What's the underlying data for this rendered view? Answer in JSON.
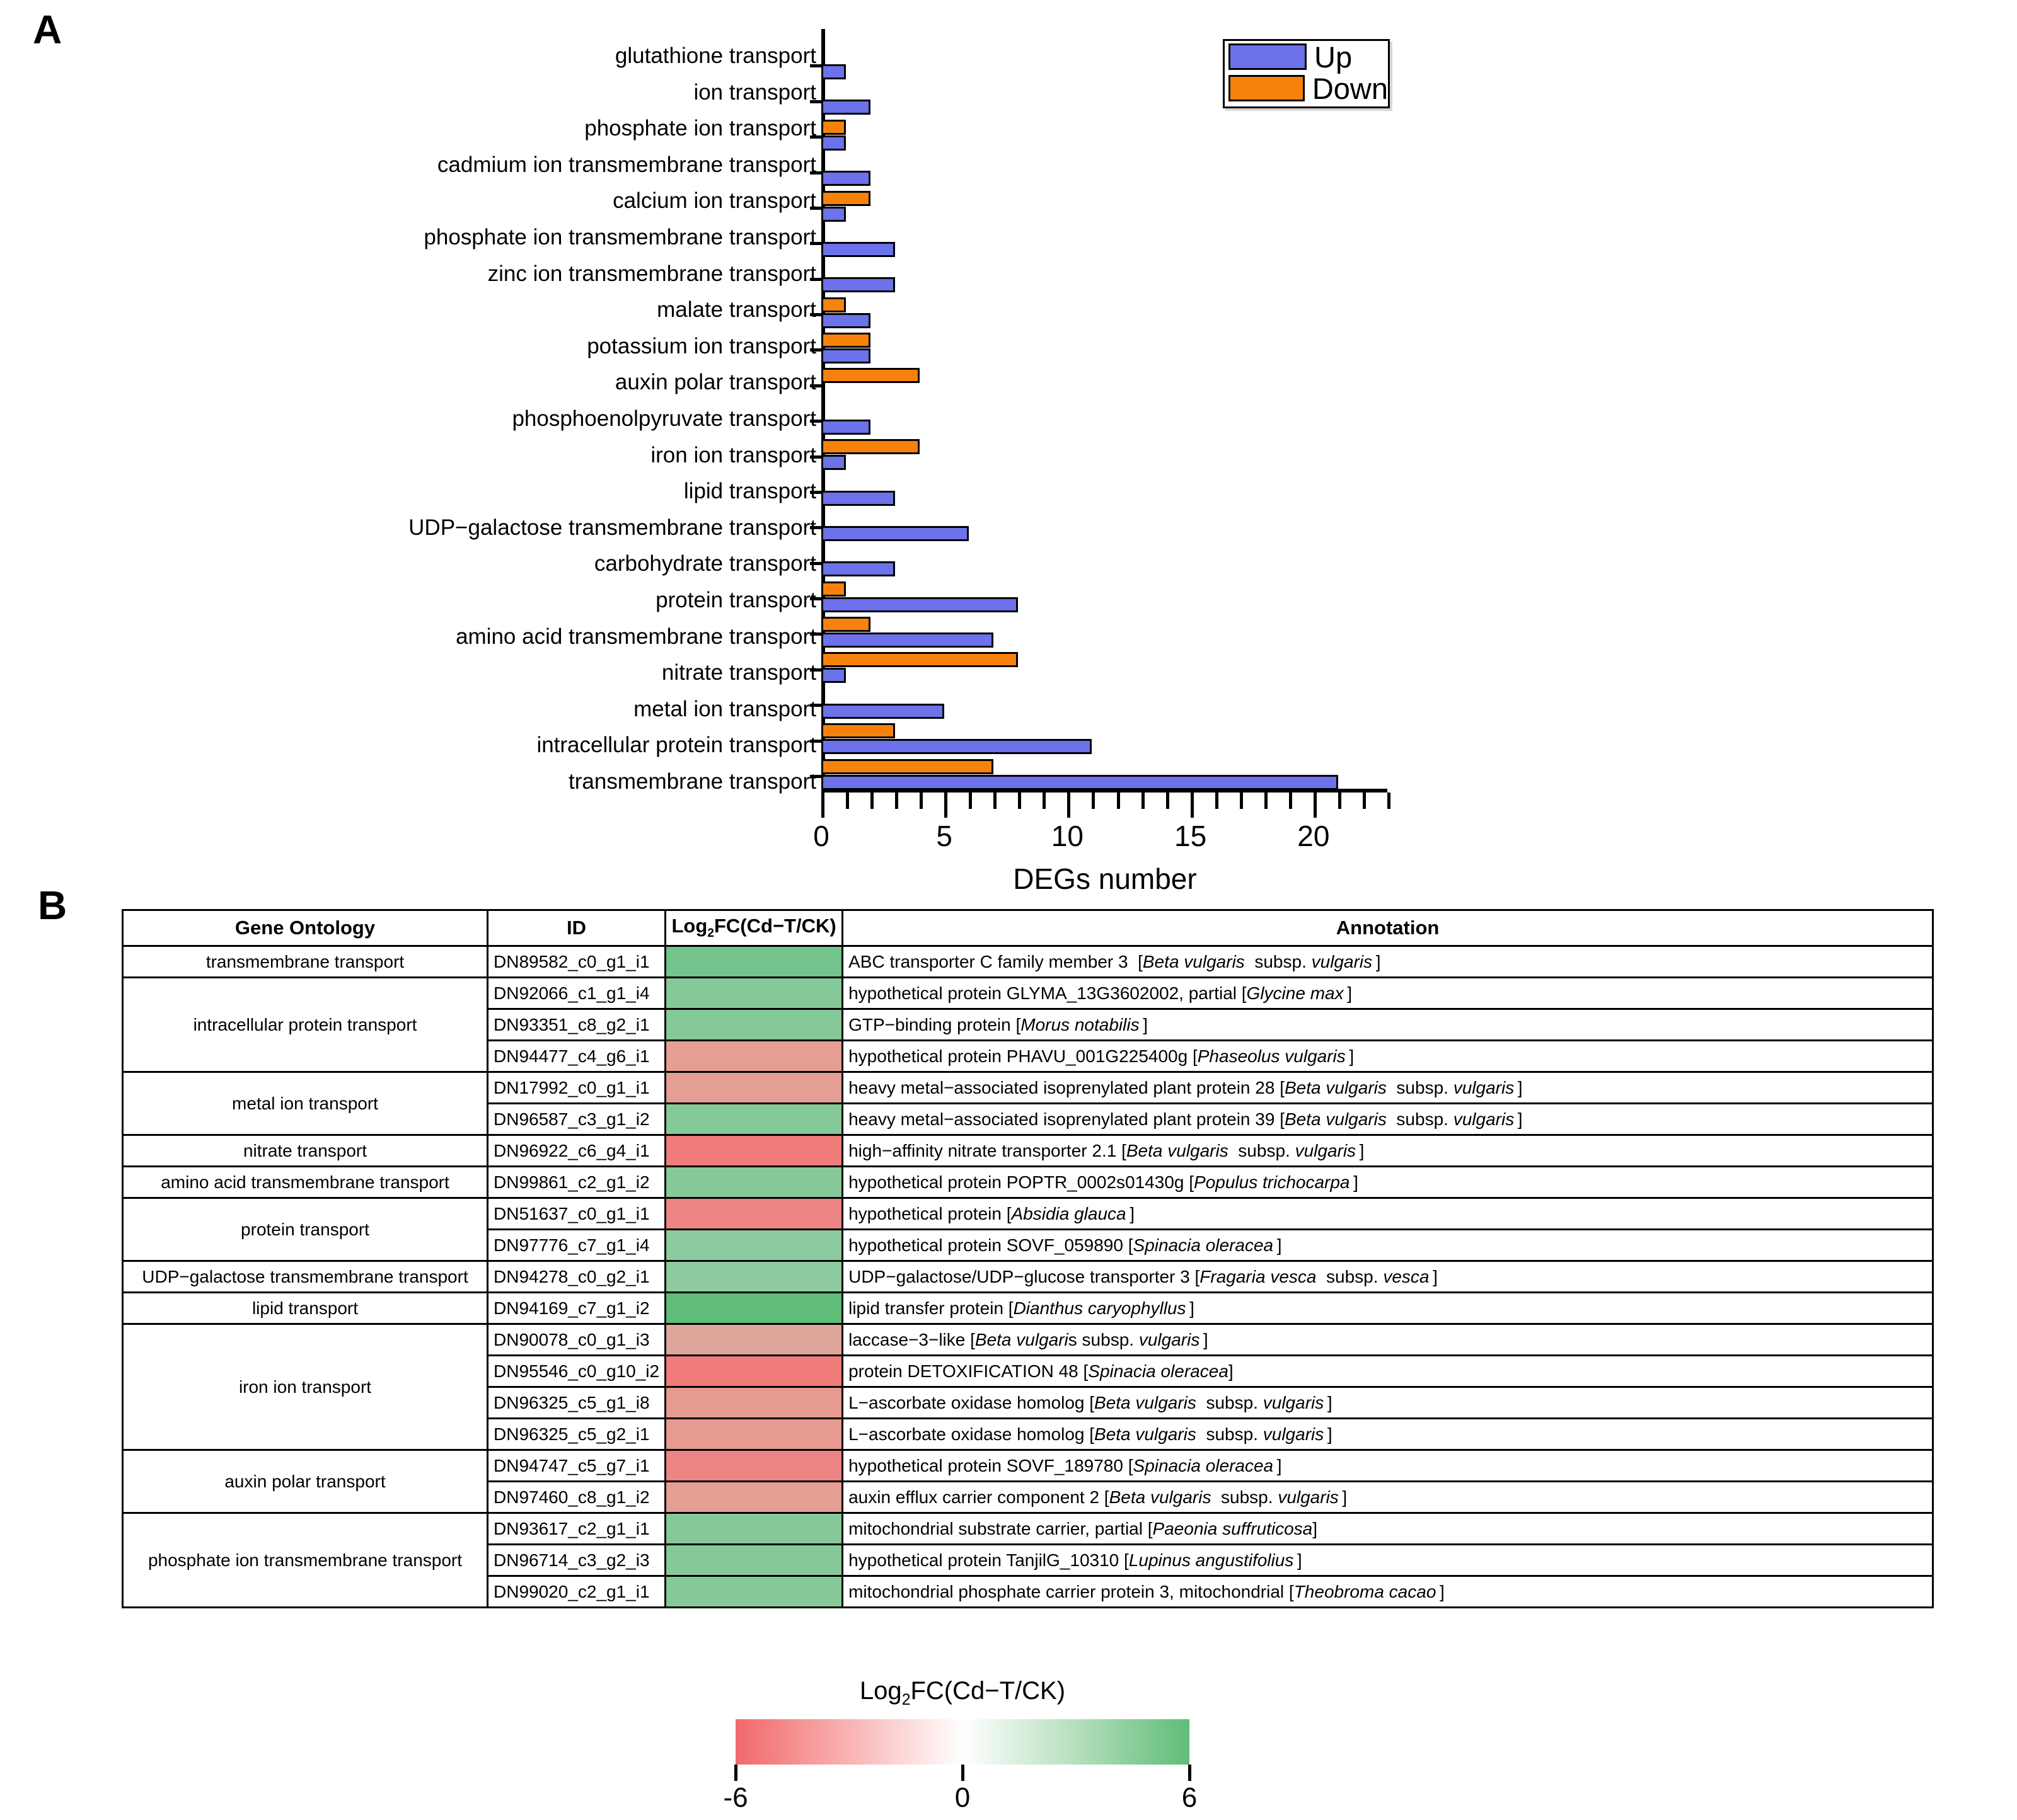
{
  "panels": {
    "a": "A",
    "b": "B"
  },
  "chart_data": {
    "type": "bar",
    "orientation": "horizontal",
    "title": "",
    "xlabel": "DEGs number",
    "ylabel": "",
    "xlim": [
      0,
      23
    ],
    "xticks": [
      0,
      5,
      10,
      15,
      20
    ],
    "xticklabels": [
      "0",
      "5",
      "10",
      "15",
      "20"
    ],
    "grid": false,
    "legend": {
      "position": "top-right",
      "entries": [
        "Up",
        "Down"
      ]
    },
    "colors": {
      "up": "#6c72ea",
      "down": "#f7820b"
    },
    "categories": [
      "glutathione transport",
      "ion transport",
      "phosphate ion transport",
      "cadmium ion transmembrane transport",
      "calcium ion transport",
      "phosphate ion transmembrane transport",
      "zinc ion transmembrane transport",
      "malate transport",
      "potassium ion transport",
      "auxin polar transport",
      "phosphoenolpyruvate transport",
      "iron ion transport",
      "lipid transport",
      "UDP−galactose transmembrane transport",
      "carbohydrate transport",
      "protein transport",
      "amino acid transmembrane transport",
      "nitrate transport",
      "metal ion transport",
      "intracellular protein transport",
      "transmembrane transport"
    ],
    "series": [
      {
        "name": "Up",
        "values": [
          1,
          2,
          1,
          2,
          1,
          3,
          3,
          2,
          2,
          0,
          2,
          1,
          3,
          6,
          3,
          8,
          7,
          1,
          5,
          11,
          21
        ]
      },
      {
        "name": "Down",
        "values": [
          0,
          0,
          1,
          0,
          2,
          0,
          0,
          1,
          2,
          4,
          0,
          4,
          0,
          0,
          0,
          1,
          2,
          8,
          0,
          3,
          7
        ]
      }
    ]
  },
  "table": {
    "headers": {
      "go": "Gene Ontology",
      "id": "ID",
      "fc_pre": "Log",
      "fc_sub": "2",
      "fc_post": "FC(Cd−T/CK)",
      "annotation": "Annotation"
    },
    "groups": [
      {
        "go": "transmembrane transport",
        "rows": [
          {
            "id": "DN89582_c0_g1_i1",
            "color": "#74c48d",
            "ann_html": "ABC transporter C family member 3&nbsp; [<i>Beta vulgaris</i>&nbsp; subsp. <i>vulgaris</i>&thinsp;]",
            "ann_text": "ABC transporter C family member 3 [Beta vulgaris subsp. vulgaris]"
          }
        ]
      },
      {
        "go": "intracellular protein transport",
        "rows": [
          {
            "id": "DN92066_c1_g1_i4",
            "color": "#86c998",
            "ann_html": "hypothetical protein GLYMA_13G3602002, partial [<i>Glycine max</i>&thinsp;]",
            "ann_text": "hypothetical protein GLYMA_13G3602002, partial [Glycine max]"
          },
          {
            "id": "DN93351_c8_g2_i1",
            "color": "#86c998",
            "ann_html": "GTP−binding protein [<i>Morus notabilis</i>&thinsp;]",
            "ann_text": "GTP-binding protein [Morus notabilis]"
          },
          {
            "id": "DN94477_c4_g6_i1",
            "color": "#e49e93",
            "ann_html": "hypothetical protein PHAVU_001G225400g [<i>Phaseolus vulgaris</i>&thinsp;]",
            "ann_text": "hypothetical protein PHAVU_001G225400g [Phaseolus vulgaris]"
          }
        ]
      },
      {
        "go": "metal ion transport",
        "rows": [
          {
            "id": "DN17992_c0_g1_i1",
            "color": "#e49e93",
            "ann_html": "heavy metal−associated isoprenylated plant protein 28 [<i>Beta vulgaris</i>&nbsp; subsp. <i>vulgaris</i>&thinsp;]",
            "ann_text": "heavy metal-associated isoprenylated plant protein 28 [Beta vulgaris subsp. vulgaris]"
          },
          {
            "id": "DN96587_c3_g1_i2",
            "color": "#86c998",
            "ann_html": "heavy metal−associated isoprenylated plant protein 39 [<i>Beta vulgaris</i>&nbsp; subsp. <i>vulgaris</i>&thinsp;]",
            "ann_text": "heavy metal-associated isoprenylated plant protein 39 [Beta vulgaris subsp. vulgaris]"
          }
        ]
      },
      {
        "go": "nitrate transport",
        "rows": [
          {
            "id": "DN96922_c6_g4_i1",
            "color": "#ef7b7b",
            "ann_html": "high−affinity nitrate transporter 2.1 [<i>Beta vulgaris</i>&nbsp; subsp. <i>vulgaris</i>&thinsp;]",
            "ann_text": "high-affinity nitrate transporter 2.1 [Beta vulgaris subsp. vulgaris]"
          }
        ]
      },
      {
        "go": "amino acid transmembrane transport",
        "rows": [
          {
            "id": "DN99861_c2_g1_i2",
            "color": "#86c998",
            "ann_html": "hypothetical protein POPTR_0002s01430g [<i>Populus trichocarpa</i>&thinsp;]",
            "ann_text": "hypothetical protein POPTR_0002s01430g [Populus trichocarpa]"
          }
        ]
      },
      {
        "go": "protein transport",
        "rows": [
          {
            "id": "DN51637_c0_g1_i1",
            "color": "#ee8585",
            "ann_html": "hypothetical protein [<i>Absidia glauca</i>&thinsp;]",
            "ann_text": "hypothetical protein [Absidia glauca]"
          },
          {
            "id": "DN97776_c7_g1_i4",
            "color": "#8ecba0",
            "ann_html": "hypothetical protein SOVF_059890 [<i>Spinacia oleracea</i>&thinsp;]",
            "ann_text": "hypothetical protein SOVF_059890 [Spinacia oleracea]"
          }
        ]
      },
      {
        "go": "UDP−galactose transmembrane transport",
        "rows": [
          {
            "id": "DN94278_c0_g2_i1",
            "color": "#8ecba0",
            "ann_html": "UDP−galactose/UDP−glucose transporter 3 [<i>Fragaria vesca</i>&nbsp; subsp. <i>vesca</i>&thinsp;]",
            "ann_text": "UDP-galactose/UDP-glucose transporter 3 [Fragaria vesca subsp. vesca]"
          }
        ]
      },
      {
        "go": "lipid transport",
        "rows": [
          {
            "id": "DN94169_c7_g1_i2",
            "color": "#5fbd78",
            "ann_html": "lipid transfer protein [<i>Dianthus caryophyllus</i>&thinsp;]",
            "ann_text": "lipid transfer protein [Dianthus caryophyllus]"
          }
        ]
      },
      {
        "go": "iron ion transport",
        "rows": [
          {
            "id": "DN90078_c0_g1_i3",
            "color": "#dfa79c",
            "ann_html": "laccase−3−like [<i>Beta vulgari</i>s subsp. <i>vulgaris</i>&thinsp;]",
            "ann_text": "laccase-3-like [Beta vulgaris subsp. vulgaris]"
          },
          {
            "id": "DN95546_c0_g10_i2",
            "color": "#ef7b7b",
            "ann_html": "protein DETOXIFICATION 48 [<i>Spinacia oleracea</i>]",
            "ann_text": "protein DETOXIFICATION 48 [Spinacia oleracea]"
          },
          {
            "id": "DN96325_c5_g1_i8",
            "color": "#e79a90",
            "ann_html": "L−ascorbate oxidase homolog [<i>Beta vulgaris</i>&nbsp; subsp. <i>vulgaris</i>&thinsp;]",
            "ann_text": "L-ascorbate oxidase homolog [Beta vulgaris subsp. vulgaris]"
          },
          {
            "id": "DN96325_c5_g2_i1",
            "color": "#e79a90",
            "ann_html": "L−ascorbate oxidase homolog [<i>Beta vulgaris</i>&nbsp; subsp. <i>vulgaris</i>&thinsp;]",
            "ann_text": "L-ascorbate oxidase homolog [Beta vulgaris subsp. vulgaris]"
          }
        ]
      },
      {
        "go": "auxin polar transport",
        "rows": [
          {
            "id": "DN94747_c5_g7_i1",
            "color": "#ee8585",
            "ann_html": "hypothetical protein SOVF_189780 [<i>Spinacia oleracea</i>&thinsp;]",
            "ann_text": "hypothetical protein SOVF_189780 [Spinacia oleracea]"
          },
          {
            "id": "DN97460_c8_g1_i2",
            "color": "#e49e93",
            "ann_html": "auxin efflux carrier component 2 [<i>Beta vulgaris</i>&nbsp; subsp. <i>vulgaris</i>&thinsp;]",
            "ann_text": "auxin efflux carrier component 2 [Beta vulgaris subsp. vulgaris]"
          }
        ]
      },
      {
        "go": "phosphate ion transmembrane transport",
        "rows": [
          {
            "id": "DN93617_c2_g1_i1",
            "color": "#86c998",
            "ann_html": "mitochondrial substrate carrier, partial [<i>Paeonia suffruticosa</i>]",
            "ann_text": "mitochondrial substrate carrier, partial [Paeonia suffruticosa]"
          },
          {
            "id": "DN96714_c3_g2_i3",
            "color": "#86c998",
            "ann_html": "hypothetical protein TanjilG_10310 [<i>Lupinus angustifolius</i>&thinsp;]",
            "ann_text": "hypothetical protein TanjilG_10310 [Lupinus angustifolius]"
          },
          {
            "id": "DN99020_c2_g1_i1",
            "color": "#86c998",
            "ann_html": "mitochondrial phosphate carrier protein 3, mitochondrial [<i>Theobroma cacao</i>&thinsp;]",
            "ann_text": "mitochondrial phosphate carrier protein 3, mitochondrial [Theobroma cacao]"
          }
        ]
      }
    ]
  },
  "colorbar": {
    "title_pre": "Log",
    "title_sub": "2",
    "title_post": "FC(Cd−T/CK)",
    "ticks": [
      -6,
      0,
      6
    ],
    "ticklabels": [
      "-6",
      "0",
      "6"
    ],
    "low_color": "#f0696b",
    "mid_color": "#ffffff",
    "high_color": "#5fbd78"
  }
}
